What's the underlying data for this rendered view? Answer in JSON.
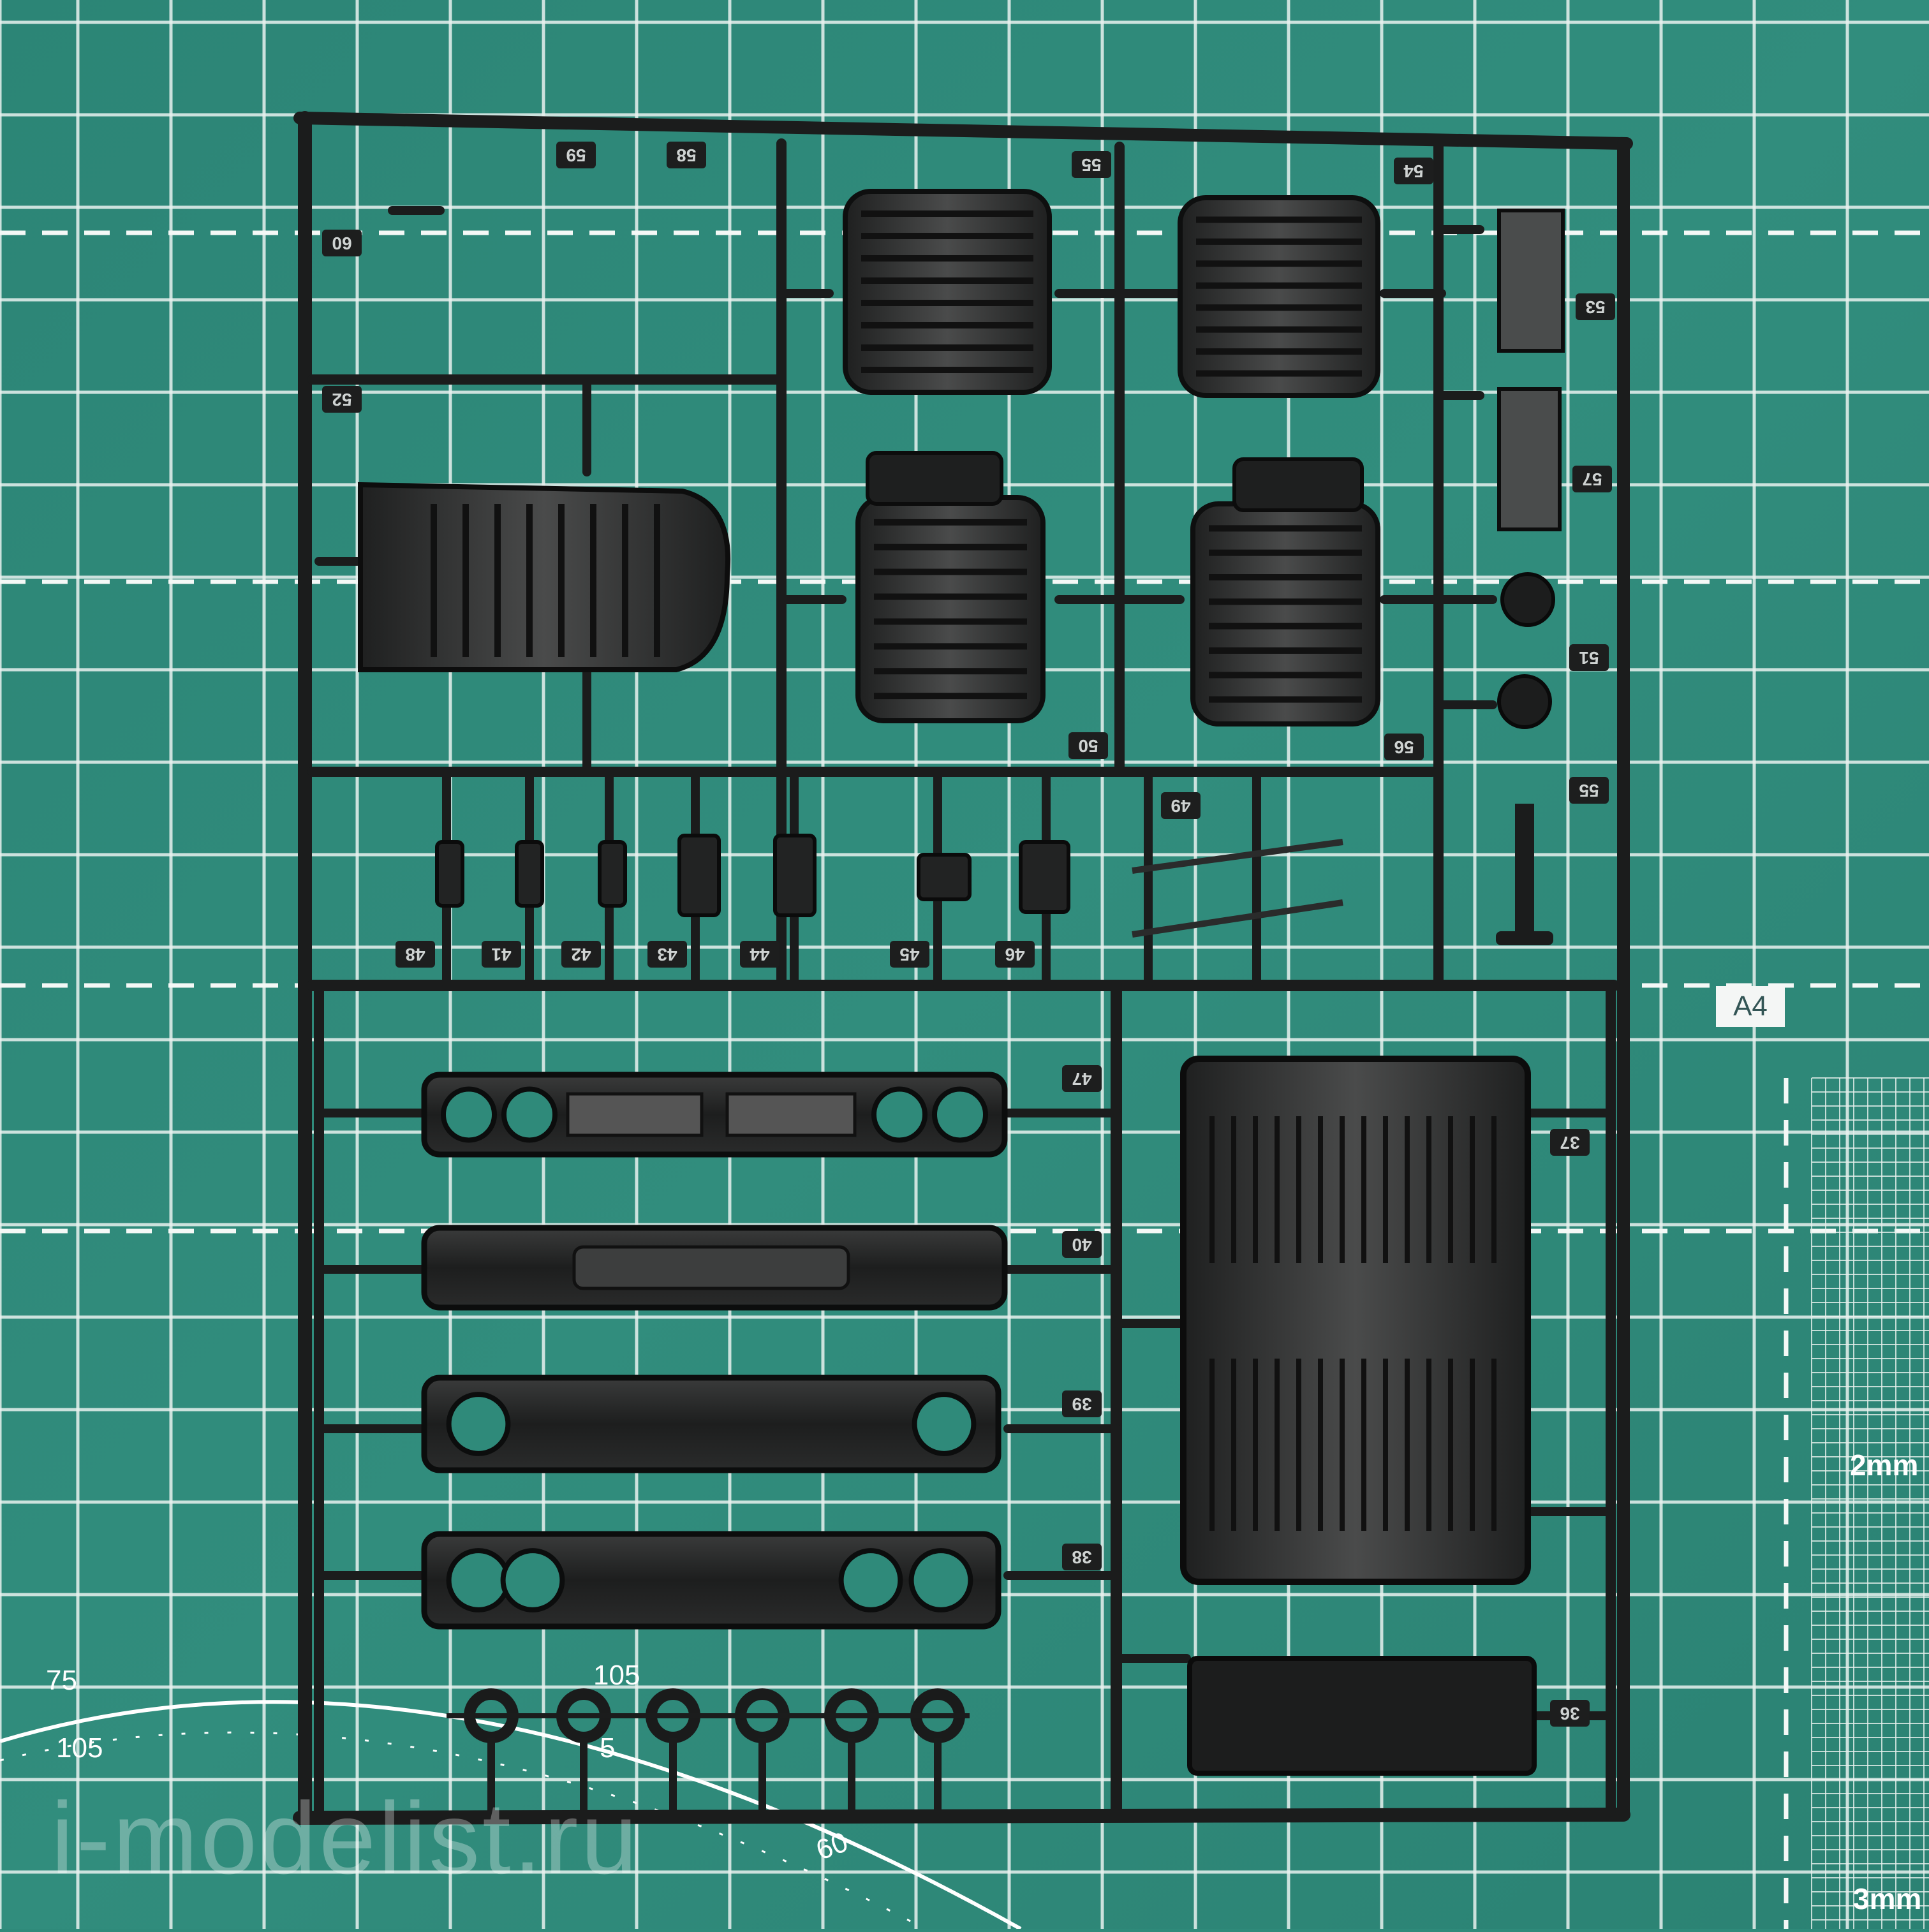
{
  "mat": {
    "background": "#2f8a7a",
    "line_color": "#e8f1ee",
    "sheet_label": "A4",
    "grid_labels": [
      "2mm",
      "3mm"
    ],
    "scale_numbers": [
      "75",
      "105",
      "105",
      "5",
      "60"
    ]
  },
  "sprue": {
    "color": "#1b1c1c",
    "part_numbers": [
      "60",
      "59",
      "58",
      "55",
      "54",
      "53",
      "52",
      "57",
      "51",
      "50",
      "56",
      "55",
      "49",
      "48",
      "41",
      "42",
      "43",
      "44",
      "45",
      "46",
      "47",
      "40",
      "39",
      "38",
      "37",
      "36"
    ]
  },
  "watermark": "i-modelist.ru"
}
